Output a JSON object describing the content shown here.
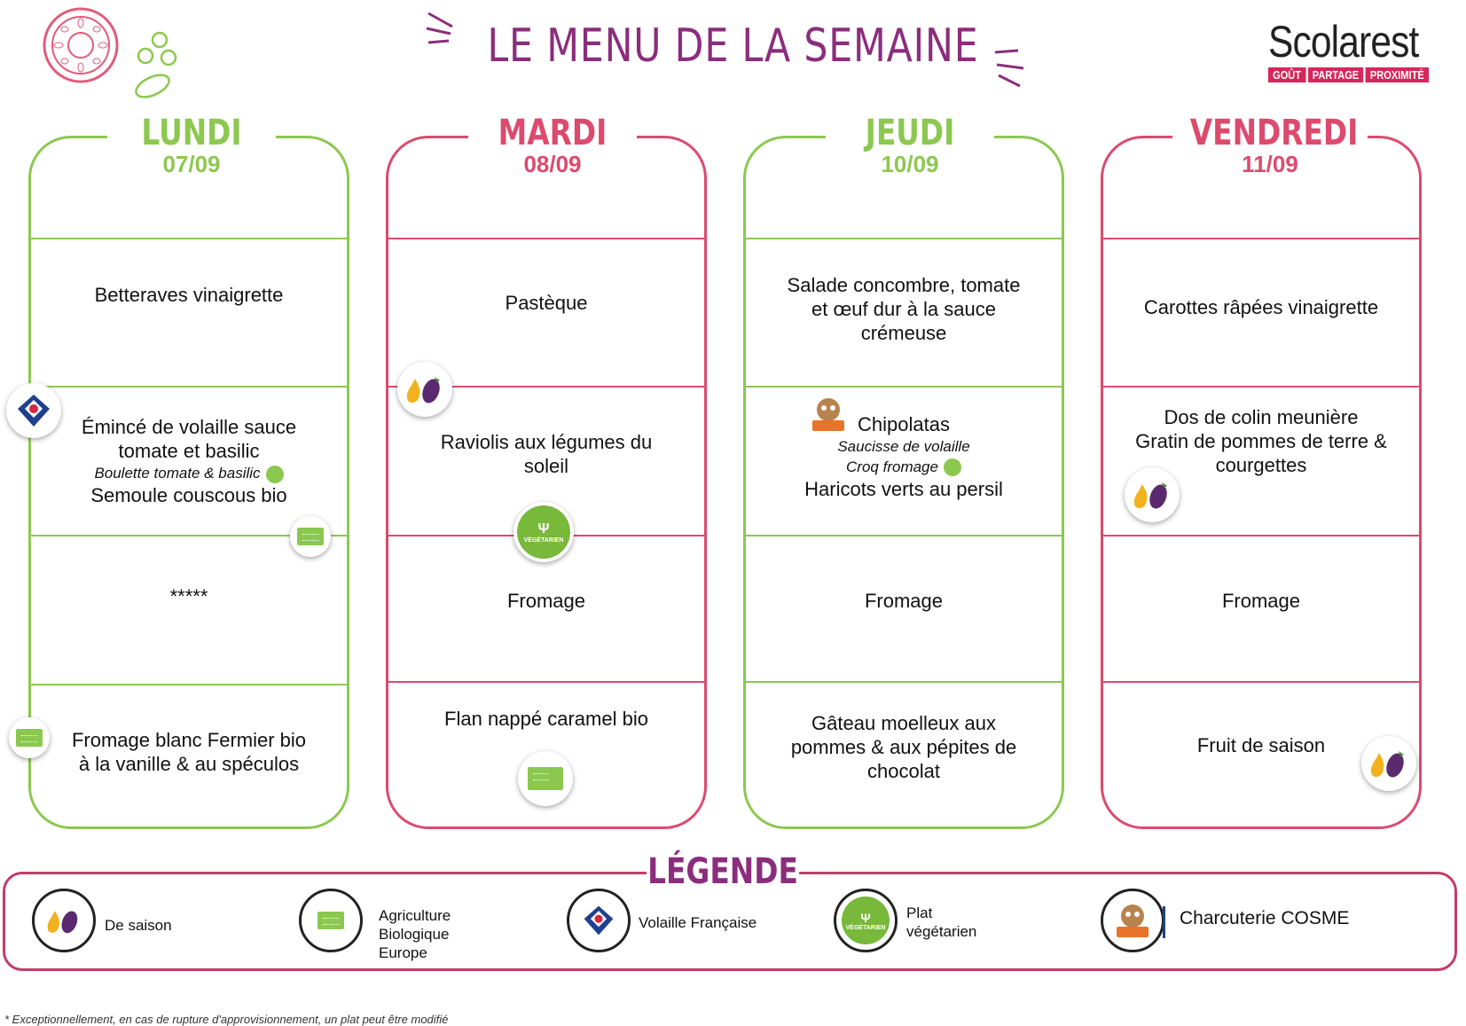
{
  "header": {
    "title": "LE MENU DE LA SEMAINE",
    "brand": "Scolarest",
    "tagline": [
      "GOÛT",
      "PARTAGE",
      "PROXIMITÉ"
    ]
  },
  "days": [
    {
      "name": "LUNDI",
      "date": "07/09",
      "starter": "Betteraves vinaigrette",
      "main": [
        "Émincé de volaille sauce",
        "tomate et basilic"
      ],
      "main_alt": "Boulette tomate & basilic",
      "side": "Semoule couscous bio",
      "cheese": "*****",
      "dessert": [
        "Fromage blanc Fermier bio",
        "à la vanille & au spéculos"
      ]
    },
    {
      "name": "MARDI",
      "date": "08/09",
      "starter": "Pastèque",
      "main": [
        "Raviolis aux légumes du",
        "soleil"
      ],
      "cheese": "Fromage",
      "dessert": [
        "Flan nappé caramel bio"
      ]
    },
    {
      "name": "JEUDI",
      "date": "10/09",
      "starter": [
        "Salade concombre, tomate",
        "et œuf dur à la sauce",
        "crémeuse"
      ],
      "main": "Chipolatas",
      "main_alt": "Saucisse de volaille",
      "main_alt2": "Croq fromage",
      "side": "Haricots verts au persil",
      "cheese": "Fromage",
      "dessert": [
        "Gâteau moelleux aux",
        "pommes & aux pépites de",
        "chocolat"
      ]
    },
    {
      "name": "VENDREDI",
      "date": "11/09",
      "starter": "Carottes râpées vinaigrette",
      "main": [
        "Dos de colin meunière",
        "Gratin de pommes de terre &",
        "courgettes"
      ],
      "cheese": "Fromage",
      "dessert": [
        "Fruit de saison"
      ]
    }
  ],
  "legend": {
    "title": "LÉGENDE",
    "items": [
      {
        "icon": "seasonal-icon",
        "label": [
          "De saison"
        ]
      },
      {
        "icon": "organic-eu-icon",
        "label": [
          "Agriculture",
          "Biologique",
          "Europe"
        ]
      },
      {
        "icon": "volaille-francaise-icon",
        "label": [
          "Volaille Française"
        ]
      },
      {
        "icon": "vegetarian-icon",
        "label": [
          "Plat",
          "végétarien"
        ]
      },
      {
        "icon": "cosme-icon",
        "label": [
          "Charcuterie COSME"
        ]
      }
    ],
    "veg_badge_text": "VÉGÉTARIEN"
  },
  "colors": {
    "green": "#8cc850",
    "pink": "#dc4a6e",
    "purple": "#8b2d7c"
  },
  "footnote": "* Exceptionnellement, en cas de rupture d'approvisionnement, un plat peut être modifié"
}
